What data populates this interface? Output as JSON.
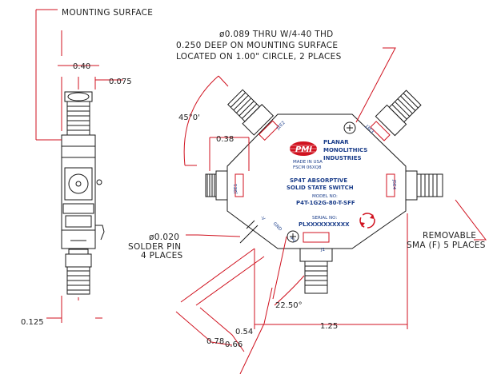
{
  "annotations": {
    "mounting_surface": "MOUNTING SURFACE",
    "dim_040": "0.40",
    "dim_0075": "0.075",
    "dim_0125": "0.125",
    "hole_note_1": "ø0.089 THRU W/4-40 THD",
    "hole_note_2": "0.250 DEEP ON MOUNTING SURFACE",
    "hole_note_3": "LOCATED ON 1.00\" CIRCLE, 2 PLACES",
    "angle_45": "45°0'",
    "dim_038": "0.38",
    "solder_pin_1": "ø0.020",
    "solder_pin_2": "SOLDER PIN",
    "solder_pin_3": "4 PLACES",
    "angle_2250": "22.50°",
    "dim_054": "0.54",
    "dim_078": "0.78",
    "dim_066": "0.66",
    "dim_125": "1.25",
    "removable_1": "REMOVABLE",
    "removable_2": "SMA (F) 5 PLACES"
  },
  "label": {
    "logo": "PMI",
    "company_1": "PLANAR",
    "company_2": "MONOLITHICS",
    "company_3": "INDUSTRIES",
    "made_in": "MADE IN USA",
    "fscm": "FSCM 06XQ8",
    "product_1": "SP4T ABSORPTIVE",
    "product_2": "SOLID STATE SWITCH",
    "model_hdr": "MODEL NO:",
    "model_no": "P4T-1G2G-80-T-SFF",
    "serial_hdr": "SERIAL NO:",
    "serial_no": "PLXXXXXXXXXX"
  },
  "ports": {
    "j1": "J1",
    "j2": "J2E2",
    "j3": "J3E3",
    "j4": "J5E4",
    "j5": "J2E1",
    "vneg": "-V",
    "gnd": "GND",
    "vpos": "+V"
  }
}
